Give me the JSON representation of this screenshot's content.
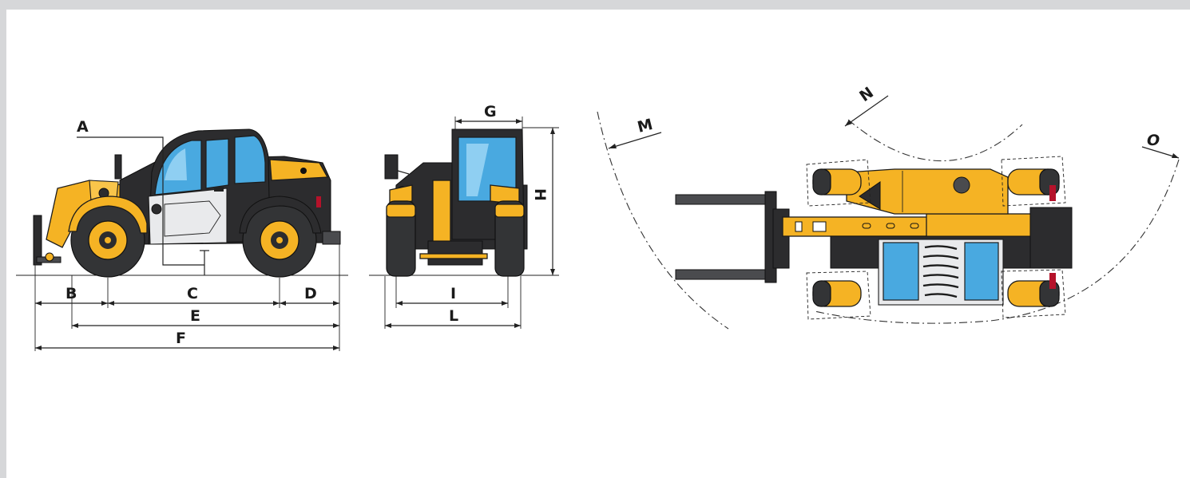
{
  "labels": {
    "A": "A",
    "B": "B",
    "C": "C",
    "D": "D",
    "E": "E",
    "F": "F",
    "G": "G",
    "H": "H",
    "I": "I",
    "L": "L",
    "M": "M",
    "N": "N",
    "O": "O"
  },
  "colors": {
    "background": "#d6d7d9",
    "panel": "#ffffff",
    "machine_yellow": "#f5b324",
    "glass_blue": "#49a9e0",
    "chassis_dark": "#2c2c2e",
    "line": "#222222"
  }
}
